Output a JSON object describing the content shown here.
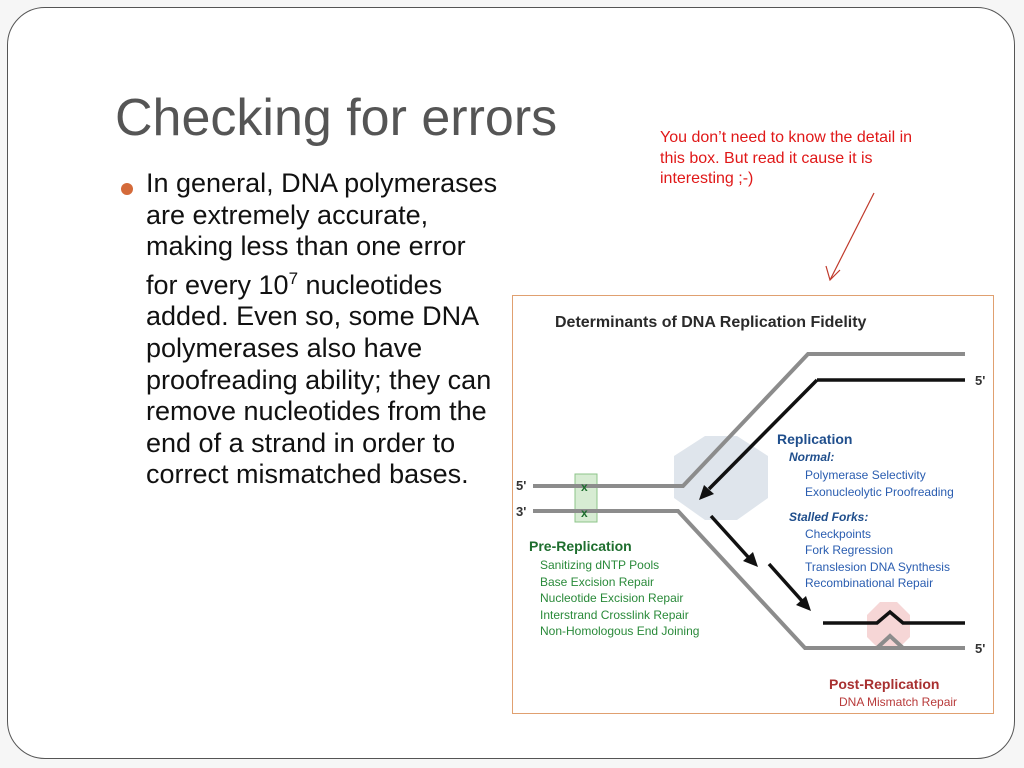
{
  "slide": {
    "title": "Checking for errors",
    "bullet": {
      "text_main": "In general, DNA polymerases are extremely accurate, making less than one error for every 10",
      "superscript": "7",
      "text_rest": " nucleotides added. Even so, some DNA polymerases also have proofreading ability; they can remove nucleotides from the end of a strand in order to correct mismatched bases."
    },
    "note": "You don’t need to know the detail in this box. But read it cause it is interesting ;-)"
  },
  "figure": {
    "title": "Determinants of DNA Replication Fidelity",
    "labels": {
      "five_prime": "5'",
      "three_prime": "3'",
      "mismatch_mark": "x"
    },
    "replication": {
      "heading": "Replication",
      "normal_heading": "Normal:",
      "normal_items": [
        "Polymerase Selectivity",
        "Exonucleolytic Proofreading"
      ],
      "stalled_heading": "Stalled Forks:",
      "stalled_items": [
        "Checkpoints",
        "Fork Regression",
        "Translesion DNA Synthesis",
        "Recombinational Repair"
      ]
    },
    "pre_replication": {
      "heading": "Pre-Replication",
      "items": [
        "Sanitizing dNTP Pools",
        "Base Excision Repair",
        "Nucleotide Excision Repair",
        "Interstrand Crosslink Repair",
        "Non-Homologous End Joining"
      ]
    },
    "post_replication": {
      "heading": "Post-Replication",
      "items": [
        "DNA Mismatch Repair"
      ]
    },
    "colors": {
      "heading_blue": "#1f4e8c",
      "item_blue": "#2a5db0",
      "heading_green": "#1e6e2e",
      "item_green": "#2a8a3a",
      "heading_red": "#a83030",
      "item_red": "#b83a3a",
      "strand_gray": "#8c8c8c",
      "strand_black": "#111111"
    }
  }
}
